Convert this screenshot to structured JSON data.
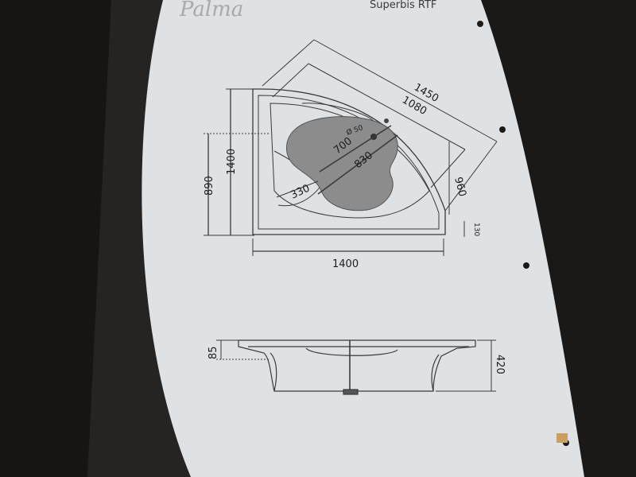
{
  "header": {
    "brand": "Palma",
    "model": "Superbis RTF"
  },
  "plan_view": {
    "diag_overall": "1450",
    "diag_inner": "1080",
    "diag_basin": "830",
    "diag_basin_inner": "700",
    "drain": "Ø 50",
    "seat": "330",
    "side": "960",
    "rim": "130",
    "height_left": "1400",
    "height_left_inner": "890",
    "width_bottom": "1400"
  },
  "side_view": {
    "rim_height": "85",
    "total_height": "420"
  },
  "colors": {
    "background": "#1e1c1b",
    "panel": "#252322",
    "sheet": "#dfe2e5",
    "line": "#3a3a3a",
    "basin": "#8c8c8c"
  }
}
